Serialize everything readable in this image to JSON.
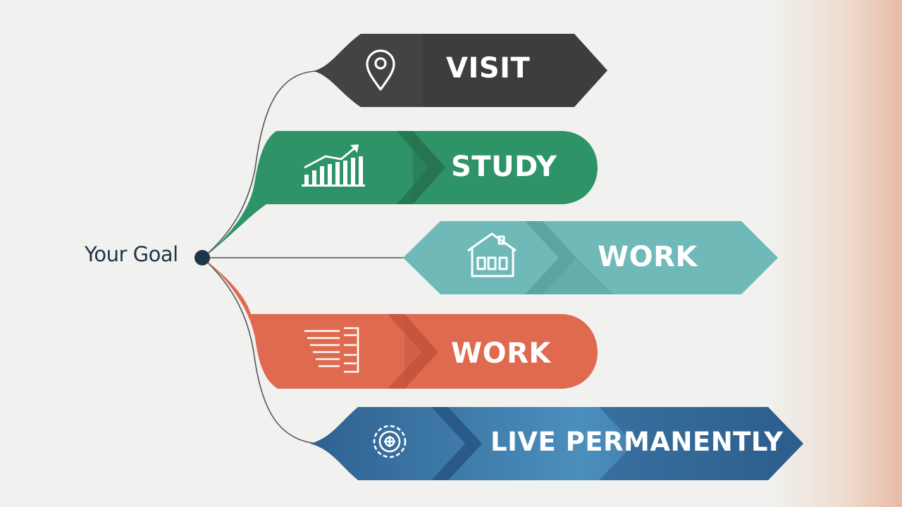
{
  "root": {
    "label": "Your Goal"
  },
  "branches": [
    {
      "label": "VISIT",
      "color": "#3d3d3d",
      "icon": "map-pin-icon"
    },
    {
      "label": "STUDY",
      "color": "#2e9366",
      "icon": "bar-chart-icon"
    },
    {
      "label": "WORK",
      "color": "#6fb9b8",
      "icon": "house-icon"
    },
    {
      "label": "WORK",
      "color": "#df6a4f",
      "icon": "document-lines-icon"
    },
    {
      "label": "LIVE PERMANENTLY",
      "color": "#34689a",
      "icon": "gear-icon"
    }
  ],
  "colors": {
    "background": "#f1f1ef",
    "root_dot": "#1f3548",
    "connector": "#4a4a4a"
  }
}
